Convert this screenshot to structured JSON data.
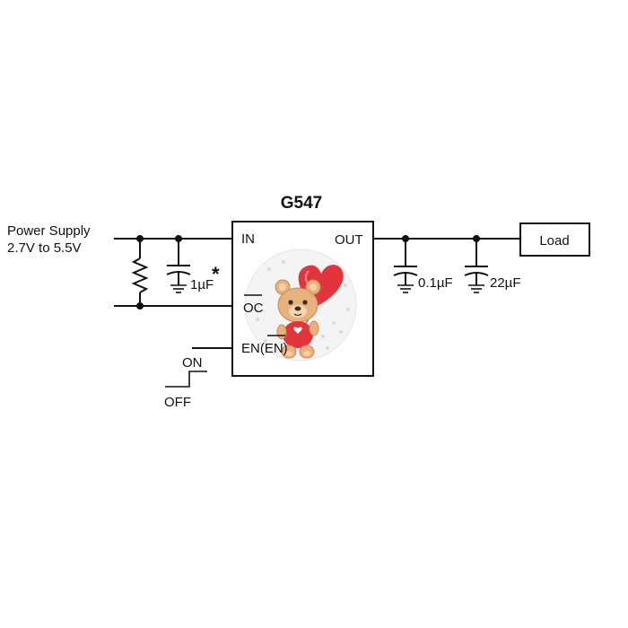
{
  "diagram": {
    "chip_name": "G547",
    "supply_label_line1": "Power Supply",
    "supply_label_line2": "2.7V to 5.5V",
    "pins": {
      "in": "IN",
      "out": "OUT",
      "oc": "OC",
      "en": "EN(EN)"
    },
    "components": {
      "input_cap": "1µF",
      "input_cap_note": "*",
      "output_cap_1": "0.1µF",
      "output_cap_2": "22µF",
      "load": "Load"
    },
    "switch": {
      "on": "ON",
      "off": "OFF"
    },
    "colors": {
      "line": "#111111",
      "bear_balloon": "#e2343d",
      "bear_fur": "#e8b27e"
    },
    "decoration": "teddy-bear-with-heart-balloon"
  }
}
